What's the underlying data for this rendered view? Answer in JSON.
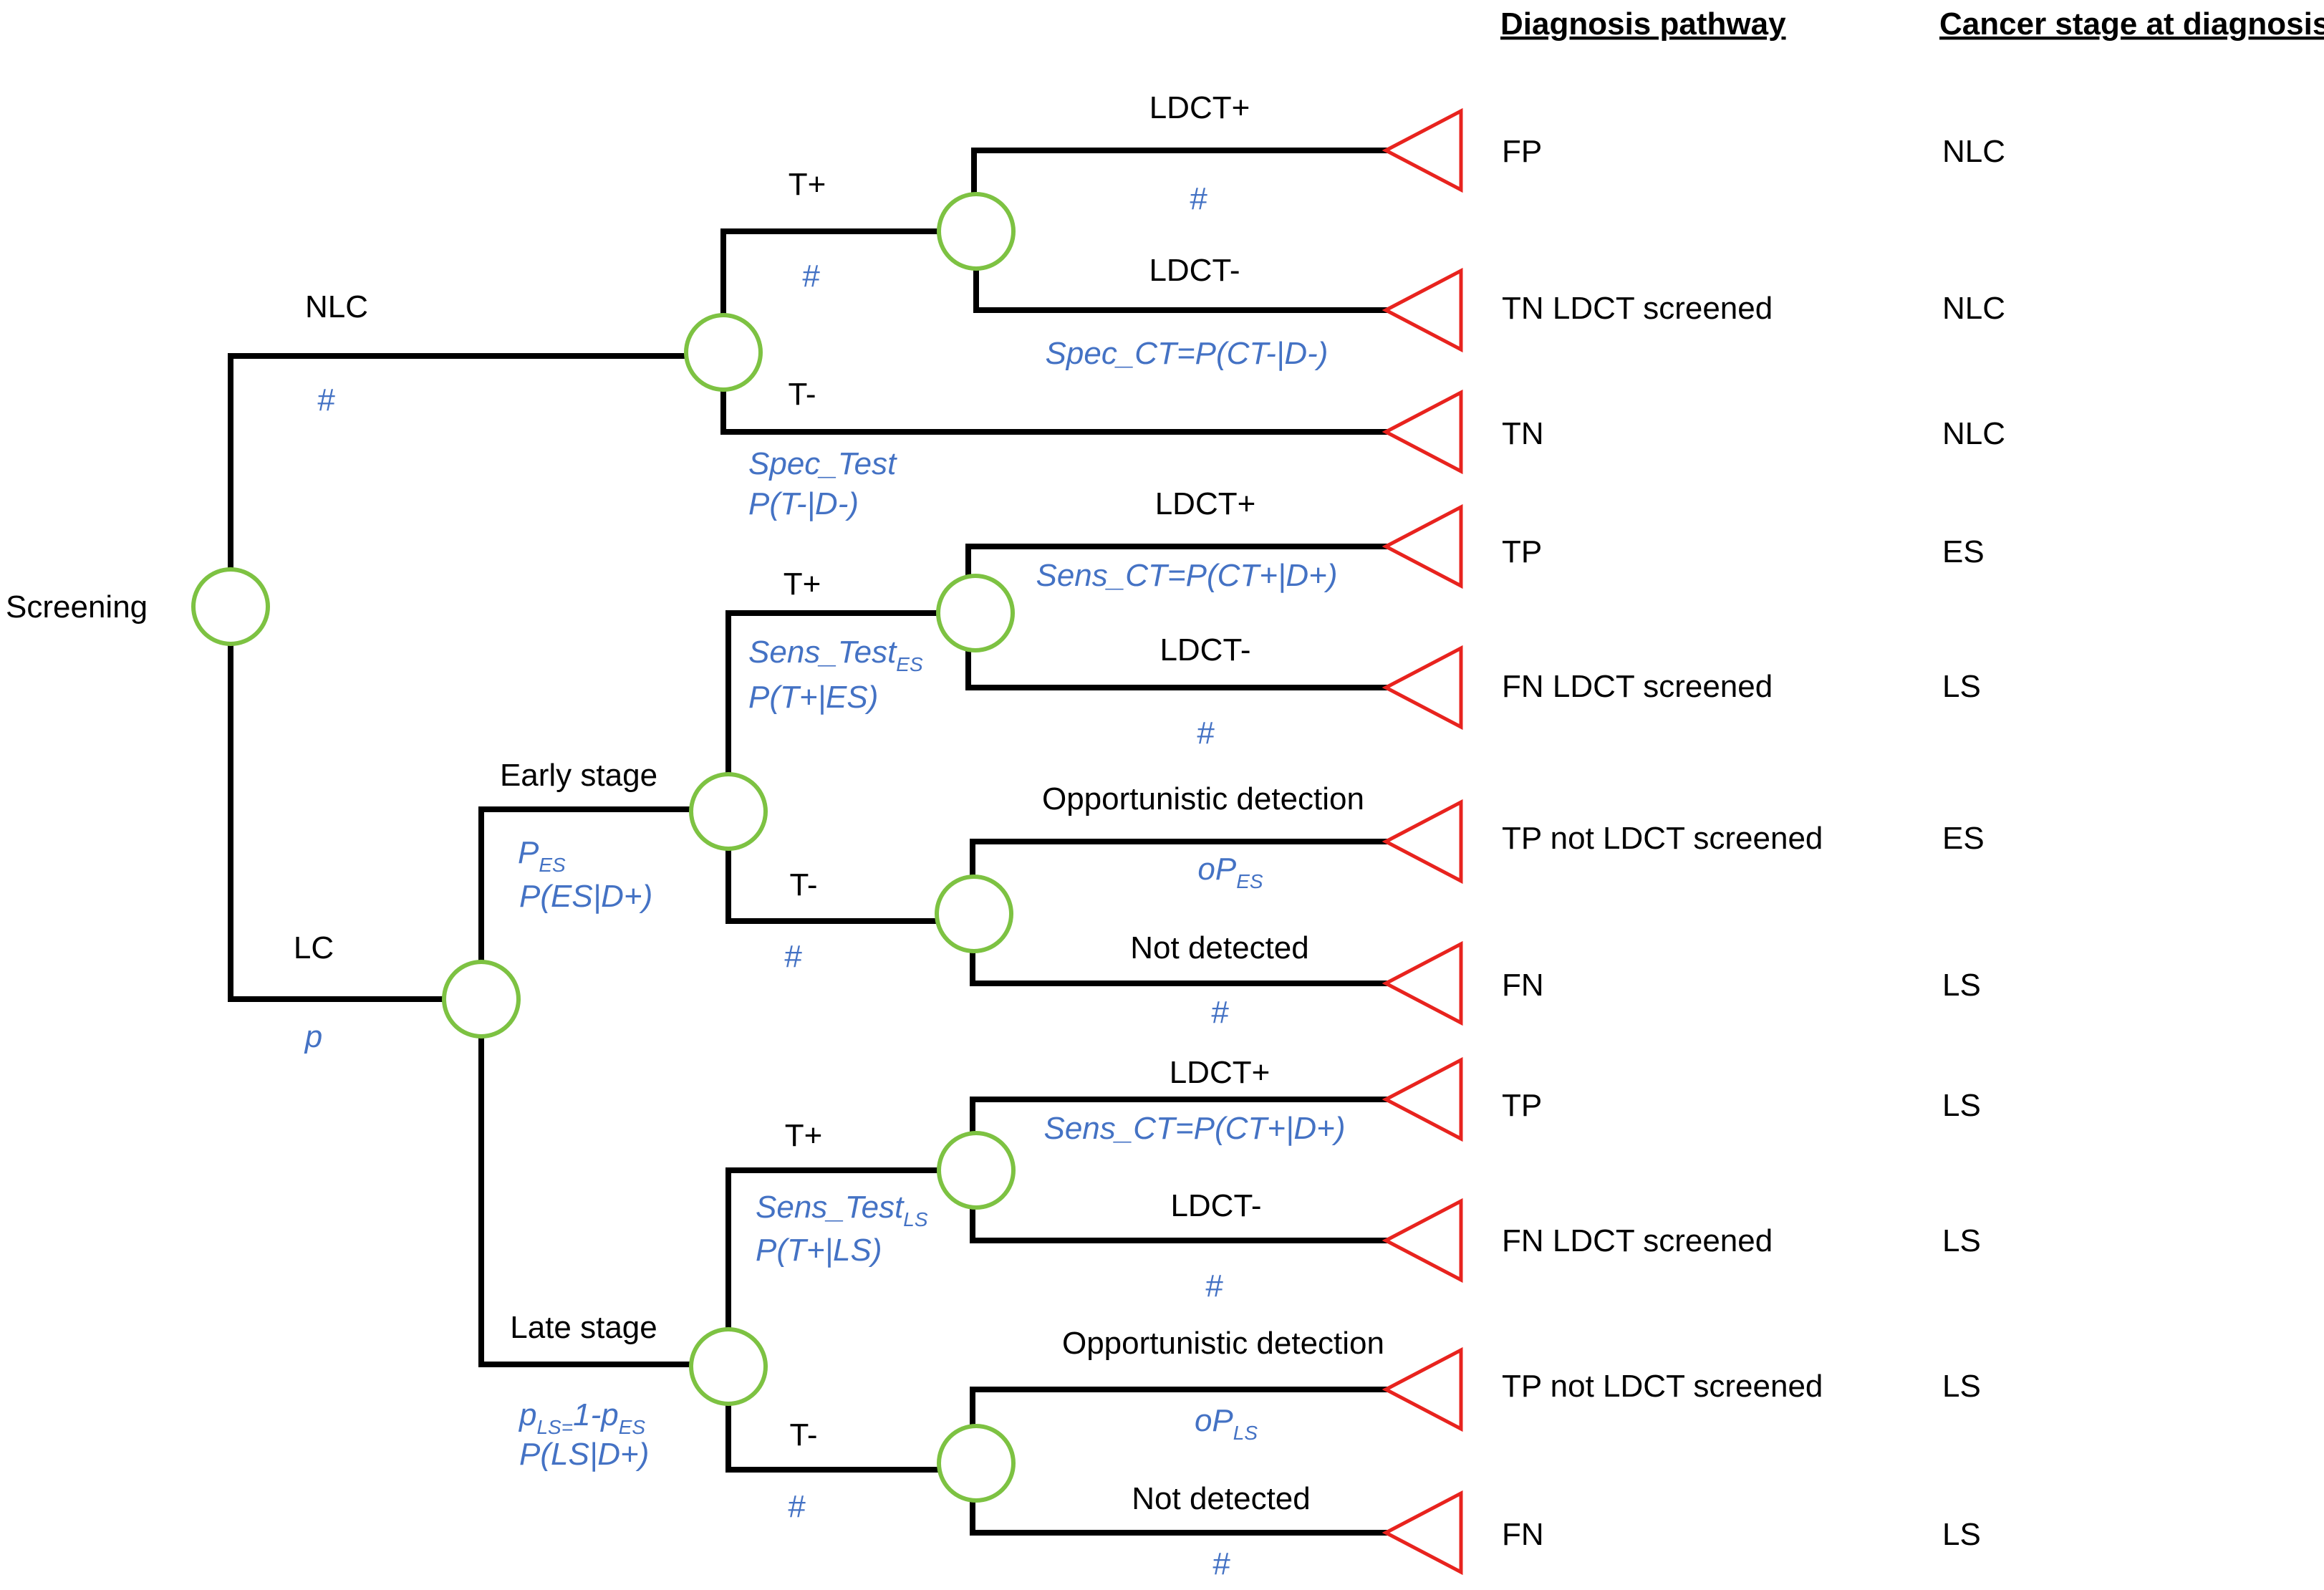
{
  "headers": {
    "pathway": "Diagnosis pathway",
    "stage": "Cancer stage at diagnosis"
  },
  "root": "Screening",
  "branches": {
    "nlc": {
      "label": "NLC",
      "prob": "#"
    },
    "lc": {
      "label": "LC",
      "prob": "p"
    },
    "nlc_tpos": {
      "label": "T+",
      "prob": "#"
    },
    "nlc_tneg": {
      "label": "T-",
      "prob1": "Spec_Test",
      "prob2": "P(T-|D-)"
    },
    "nlc_ldct_pos": {
      "label": "LDCT+",
      "prob": "#"
    },
    "nlc_ldct_neg": {
      "label": "LDCT-",
      "prob": "Spec_CT=P(CT-|D-)"
    },
    "es": {
      "label": "Early stage",
      "prob1_main": "P",
      "prob1_sub": "ES",
      "prob2": "P(ES|D+)"
    },
    "ls": {
      "label": "Late stage",
      "prob1_a": "p",
      "prob1_a_sub": "LS=",
      "prob1_b": "1-p",
      "prob1_b_sub": "ES",
      "prob2": "P(LS|D+)"
    },
    "es_tpos": {
      "label": "T+",
      "prob1_main": "Sens_Test",
      "prob1_sub": "ES",
      "prob2": "P(T+|ES)"
    },
    "es_tneg": {
      "label": "T-",
      "prob": "#"
    },
    "es_ldct_pos": {
      "label": "LDCT+",
      "prob": "Sens_CT=P(CT+|D+)"
    },
    "es_ldct_neg": {
      "label": "LDCT-",
      "prob": "#"
    },
    "es_opp": {
      "label": "Opportunistic detection",
      "prob_main": "oP",
      "prob_sub": "ES"
    },
    "es_notdet": {
      "label": "Not detected",
      "prob": "#"
    },
    "ls_tpos": {
      "label": "T+",
      "prob1_main": "Sens_Test",
      "prob1_sub": "LS",
      "prob2": "P(T+|LS)"
    },
    "ls_tneg": {
      "label": "T-",
      "prob": "#"
    },
    "ls_ldct_pos": {
      "label": "LDCT+",
      "prob": "Sens_CT=P(CT+|D+)"
    },
    "ls_ldct_neg": {
      "label": "LDCT-",
      "prob": "#"
    },
    "ls_opp": {
      "label": "Opportunistic detection",
      "prob_main": "oP",
      "prob_sub": "LS"
    },
    "ls_notdet": {
      "label": "Not detected",
      "prob": "#"
    }
  },
  "outcomes": [
    {
      "pathway": "FP",
      "stage": "NLC"
    },
    {
      "pathway": "TN LDCT screened",
      "stage": "NLC"
    },
    {
      "pathway": "TN",
      "stage": "NLC"
    },
    {
      "pathway": "TP",
      "stage": "ES"
    },
    {
      "pathway": "FN LDCT screened",
      "stage": "LS"
    },
    {
      "pathway": "TP not LDCT screened",
      "stage": "ES"
    },
    {
      "pathway": "FN",
      "stage": "LS"
    },
    {
      "pathway": "TP",
      "stage": "LS"
    },
    {
      "pathway": "FN LDCT screened",
      "stage": "LS"
    },
    {
      "pathway": "TP not LDCT screened",
      "stage": "LS"
    },
    {
      "pathway": "FN",
      "stage": "LS"
    }
  ]
}
